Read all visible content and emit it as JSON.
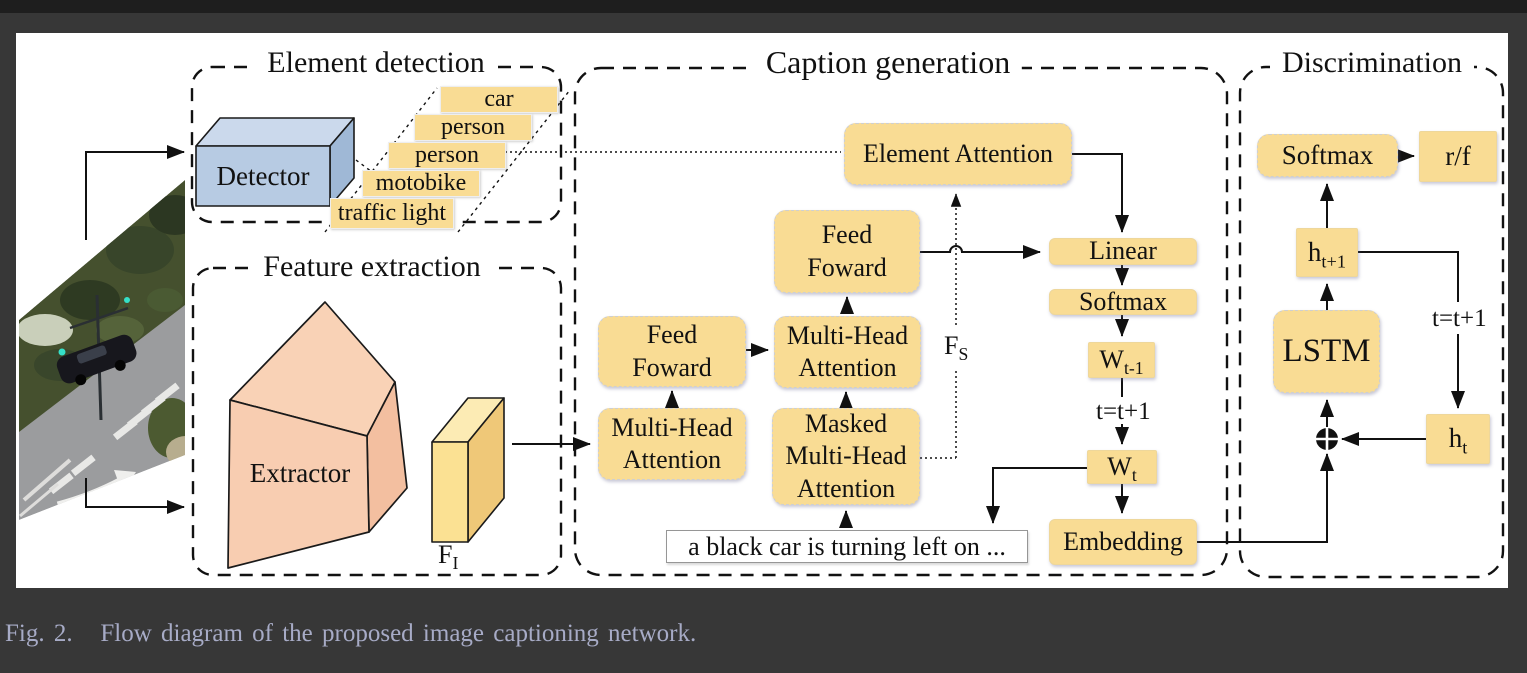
{
  "caption": "Fig. 2.   Flow diagram of the proposed image captioning network.",
  "sections": {
    "element_detection": {
      "title": "Element detection"
    },
    "feature_extraction": {
      "title": "Feature extraction"
    },
    "caption_generation": {
      "title": "Caption generation"
    },
    "discrimination": {
      "title": "Discrimination"
    }
  },
  "element_detection": {
    "detector_label": "Detector",
    "elements": [
      "car",
      "person",
      "person",
      "motobike",
      "traffic light"
    ]
  },
  "feature_extraction": {
    "extractor_label": "Extractor",
    "fi": {
      "base": "F",
      "sub": "I"
    }
  },
  "caption_generation": {
    "element_attention": "Element Attention",
    "feed_forward": {
      "l1": "Feed",
      "l2": "Foward"
    },
    "mha": {
      "l1": "Multi-Head",
      "l2": "Attention"
    },
    "masked_mha": {
      "l1": "Masked",
      "l2": "Multi-Head",
      "l3": "Attention"
    },
    "linear": "Linear",
    "softmax": "Softmax",
    "wt1": {
      "base": "W",
      "sub": "t-1"
    },
    "t_update": "t=t+1",
    "wt": {
      "base": "W",
      "sub": "t"
    },
    "embedding": "Embedding",
    "fs": {
      "base": "F",
      "sub": "S"
    },
    "caption_input": "a black car is turning left on ..."
  },
  "discrimination": {
    "softmax": "Softmax",
    "rf": "r/f",
    "h_next": {
      "base": "h",
      "sub": "t+1"
    },
    "lstm": "LSTM",
    "t_update": "t=t+1",
    "h_t": {
      "base": "h",
      "sub": "t"
    }
  },
  "colors": {
    "page_bg": "#373737",
    "panel_bg": "#ffffff",
    "box_yellow": "#F9DC94",
    "detector_blue": "#B7CBE3",
    "extractor_salmon": "#F8CDB1",
    "caption_text": "#a7abc6"
  }
}
